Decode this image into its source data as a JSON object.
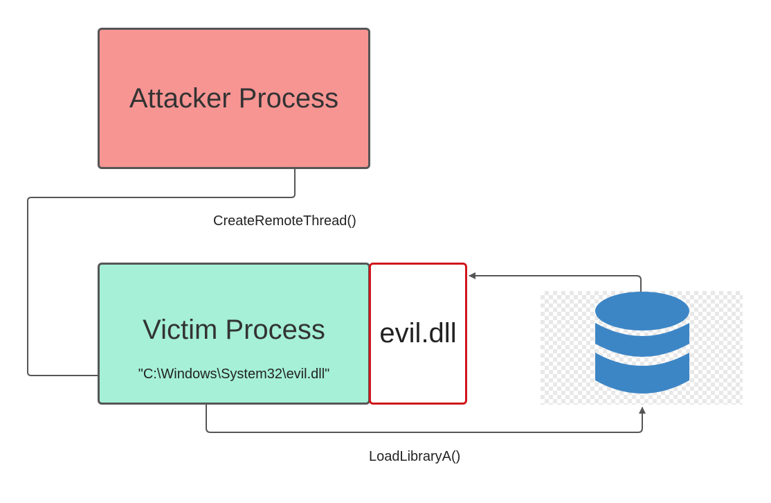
{
  "nodes": {
    "attacker": {
      "label": "Attacker Process",
      "color": "#f79593"
    },
    "victim": {
      "label": "Victim Process",
      "path_text": "\"C:\\Windows\\System32\\evil.dll\"",
      "color": "#a5f0d6"
    },
    "dll": {
      "label": "evil.dll",
      "border_color": "#d0161a"
    },
    "storage": {
      "icon": "database-icon",
      "color": "#3d86c6"
    }
  },
  "edges": {
    "create_remote_thread": {
      "label": "CreateRemoteThread()"
    },
    "load_library": {
      "label": "LoadLibraryA()"
    }
  }
}
